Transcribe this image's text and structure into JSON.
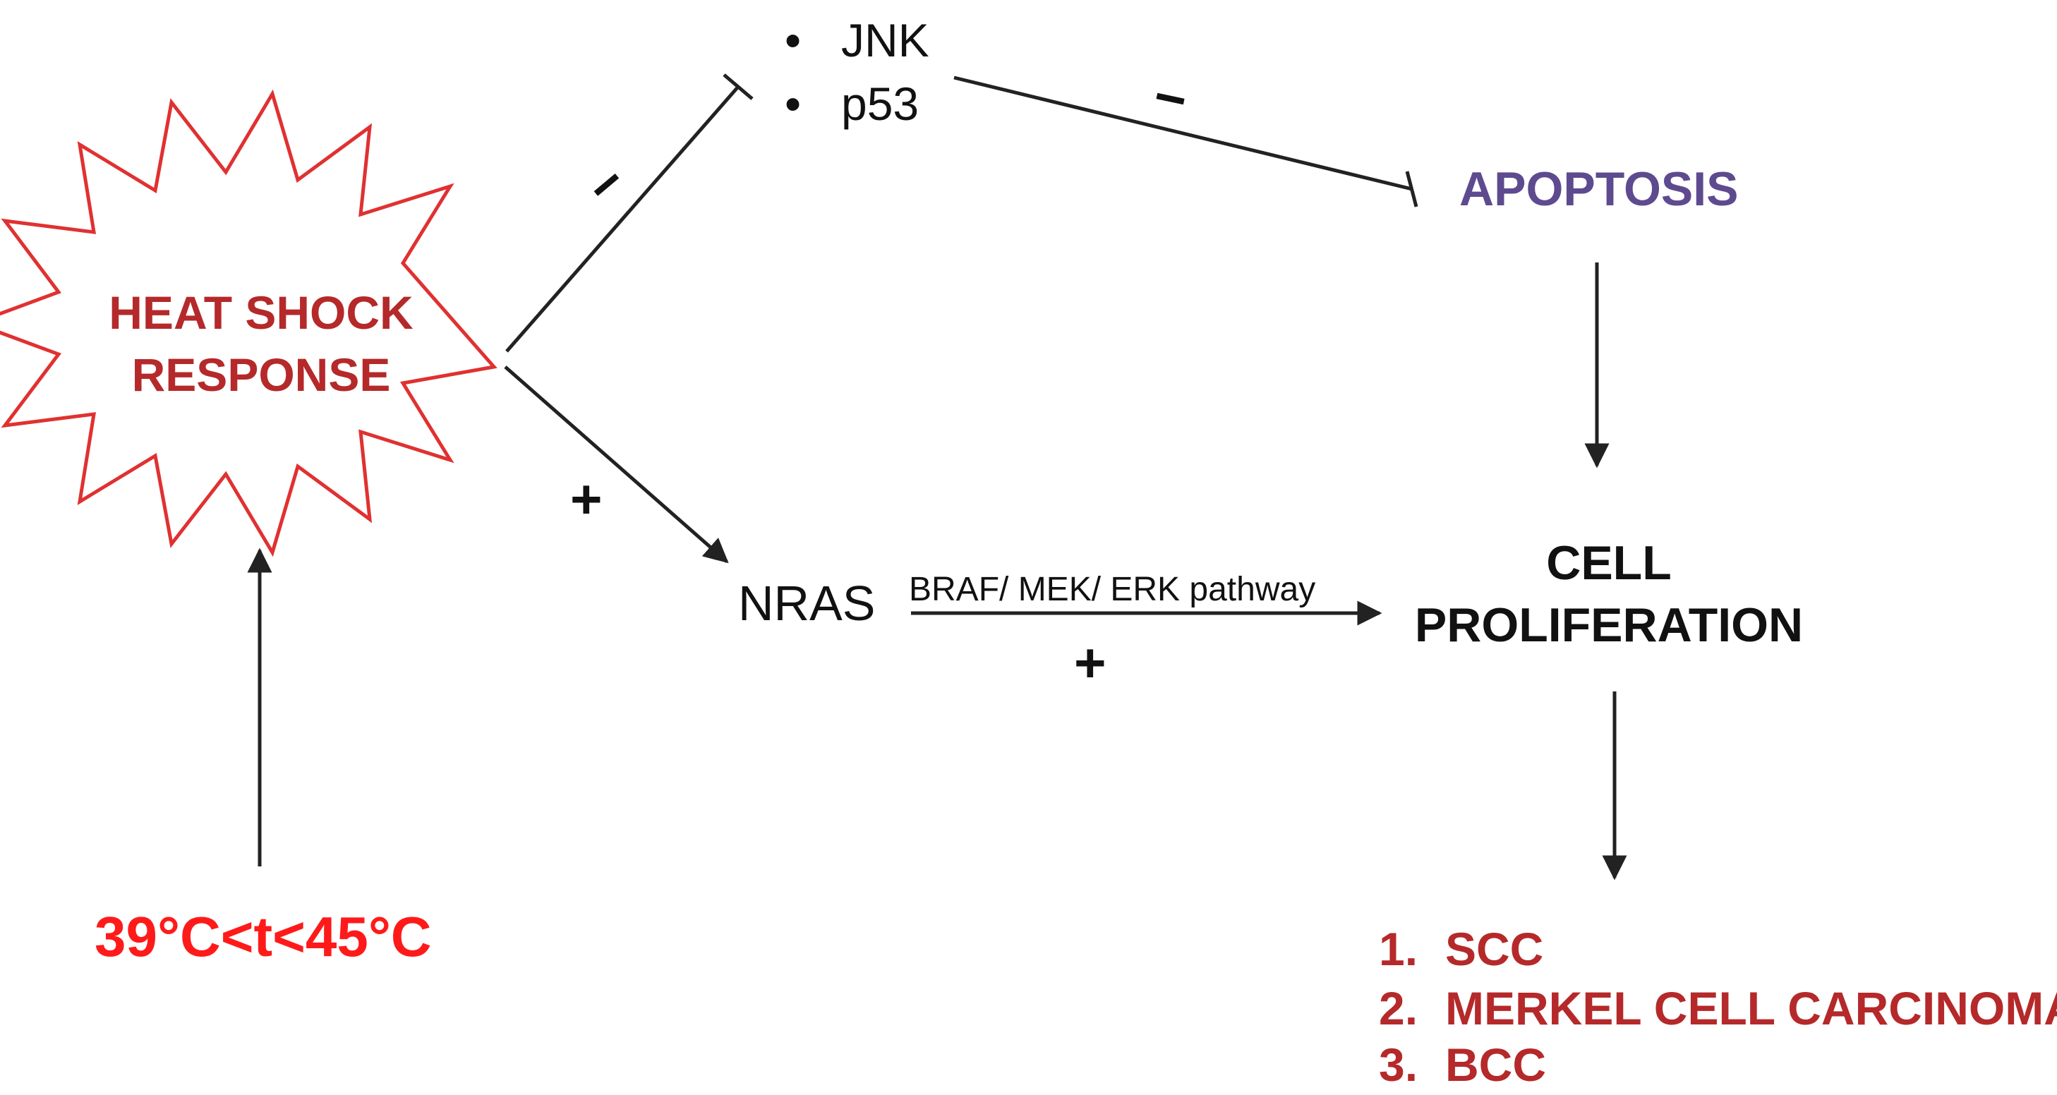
{
  "stress": {
    "line1": "HEAT SHOCK",
    "line2": "RESPONSE"
  },
  "temperature": "39°C<t<45°C",
  "inhibited_targets": [
    {
      "bullet": "•",
      "label": "JNK"
    },
    {
      "bullet": "•",
      "label": "p53"
    }
  ],
  "apoptosis": "APOPTOSIS",
  "proliferation": {
    "line1": "CELL",
    "line2": "PROLIFERATION"
  },
  "nras": "NRAS",
  "pathway": "BRAF/ MEK/ ERK pathway",
  "signs": {
    "inhibit_upper": "−",
    "inhibit_right": "−",
    "activate_lower": "+",
    "activate_pathway": "+"
  },
  "outcomes": [
    {
      "num": "1.",
      "label": "SCC"
    },
    {
      "num": "2.",
      "label": "MERKEL CELL CARCINOMA"
    },
    {
      "num": "3.",
      "label": "BCC"
    }
  ],
  "colors": {
    "burst_stroke": "#e03131",
    "heat_text": "#b5292a",
    "temperature_text": "#ff1a1a",
    "apoptosis_text": "#5e4a8f",
    "outcome_text": "#b5292a",
    "line": "#222222"
  }
}
